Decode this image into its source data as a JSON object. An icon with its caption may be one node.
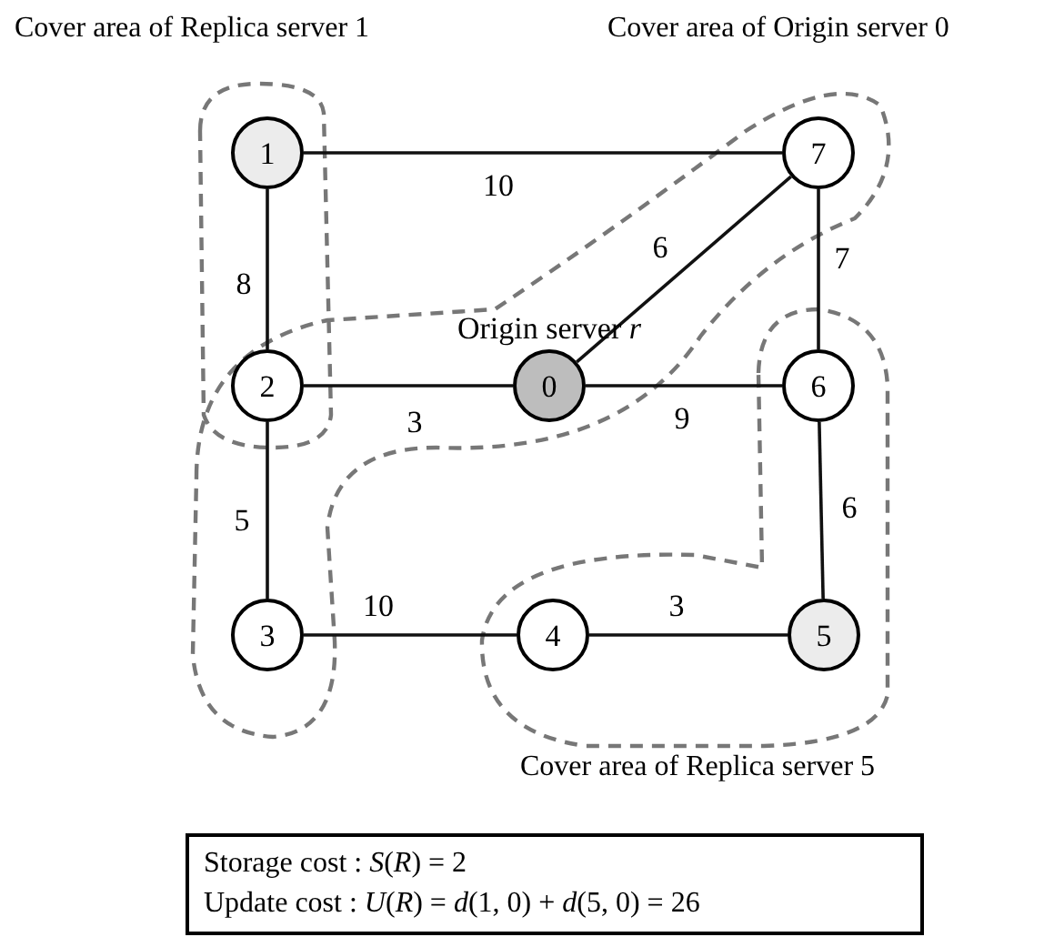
{
  "diagram": {
    "nodes": [
      {
        "text": [
          "1"
        ]
      },
      {
        "text": [
          "7"
        ]
      },
      {
        "text": [
          "2"
        ]
      },
      {
        "text": [
          "0"
        ],
        "beside": [
          "Origin server *r*"
        ]
      },
      {
        "text": [
          "6"
        ]
      },
      {
        "text": [
          "3"
        ]
      },
      {
        "text": [
          "4"
        ]
      },
      {
        "text": [
          "5"
        ]
      },
      {
        "text": [
          "Storage cost : *S*(*R*) = 2",
          "Update cost : *U*(*R*) = *d*(1, 0) + *d*(5, 0) = 26"
        ]
      }
    ],
    "edges": [
      {
        "from": 0,
        "to": 1,
        "arrow": "none",
        "label": "10"
      },
      {
        "from": 0,
        "to": 2,
        "arrow": "none",
        "label": "8"
      },
      {
        "from": 1,
        "to": 3,
        "arrow": "none",
        "label": "6"
      },
      {
        "from": 1,
        "to": 4,
        "arrow": "none",
        "label": "7"
      },
      {
        "from": 2,
        "to": 3,
        "arrow": "none",
        "label": "3"
      },
      {
        "from": 3,
        "to": 4,
        "arrow": "none",
        "label": "9"
      },
      {
        "from": 2,
        "to": 5,
        "arrow": "none",
        "label": "5"
      },
      {
        "from": 4,
        "to": 7,
        "arrow": "none",
        "label": "6"
      },
      {
        "from": 5,
        "to": 6,
        "arrow": "none",
        "label": "10"
      },
      {
        "from": 6,
        "to": 7,
        "arrow": "none",
        "label": "3"
      }
    ],
    "labels": [
      "Cover area of Replica server 1",
      "Cover area of Origin server 0",
      "Cover area of Replica server 5"
    ]
  }
}
